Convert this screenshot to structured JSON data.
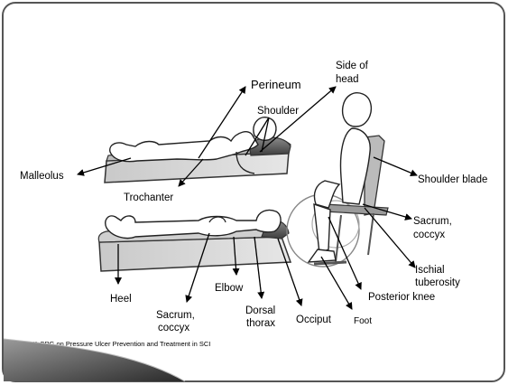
{
  "labels": {
    "malleolus": "Malleolus",
    "trochanter": "Trochanter",
    "perineum": "Perineum",
    "shoulder": "Shoulder",
    "side_of_head_1": "Side of",
    "side_of_head_2": "head",
    "heel": "Heel",
    "sacrum_supine_1": "Sacrum,",
    "sacrum_supine_2": "coccyx",
    "elbow": "Elbow",
    "dorsal_1": "Dorsal",
    "dorsal_2": "thorax",
    "occiput": "Occiput",
    "shoulder_blade": "Shoulder blade",
    "sacrum_seated_1": "Sacrum,",
    "sacrum_seated_2": "coccyx",
    "ischial_1": "Ischial",
    "ischial_2": "tuberosity",
    "posterior_knee": "Posterior knee",
    "foot": "Foot"
  },
  "footer": {
    "bullet": "▸",
    "source": "PVA CPG on Pressure Ulcer Prevention and Treatment in SCI"
  },
  "colors": {
    "frame": "#555555",
    "mattress": "#d9d9d9",
    "mattress_dark": "#6e6e6e",
    "figure": "#ffffff",
    "ribbon": "#3a3a3a"
  }
}
